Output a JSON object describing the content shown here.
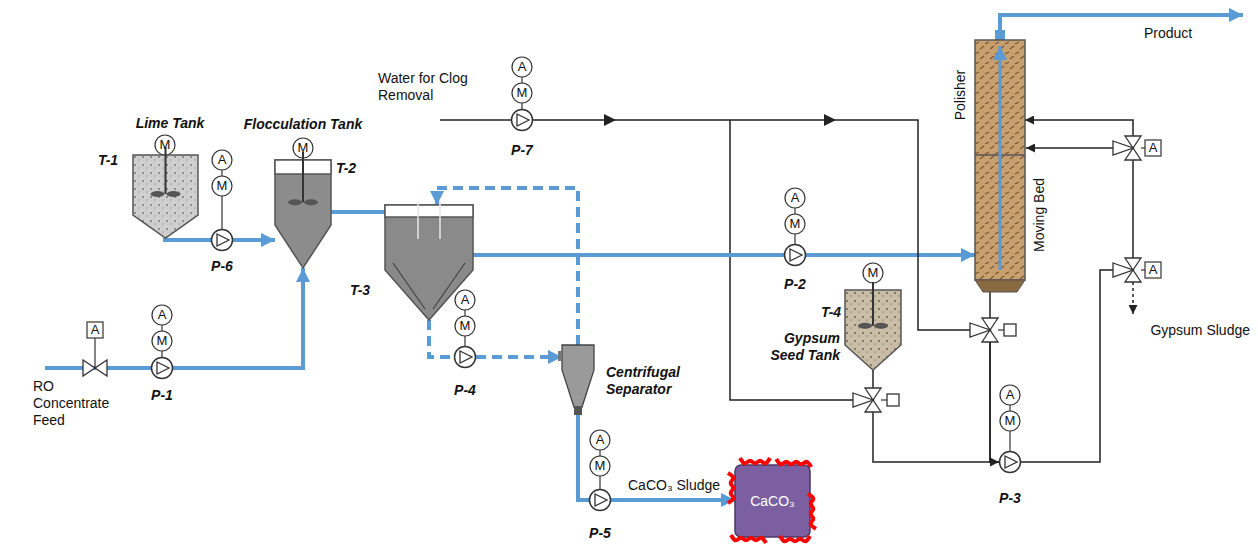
{
  "diagram": {
    "nodes": [
      {
        "text": [
          "Lime Tank",
          "T-1"
        ]
      },
      {
        "text": [
          "Flocculation Tank",
          "T-2"
        ]
      },
      {
        "text": [
          "P-7"
        ]
      },
      {
        "text": [
          "P-6"
        ]
      },
      {
        "text": [
          "T-3"
        ]
      },
      {
        "text": [
          "Polisher",
          "Moving Bed"
        ]
      },
      {
        "text": [
          "P-1"
        ]
      },
      {
        "text": [
          "P-4"
        ]
      },
      {
        "text": [
          "Centrifugal Separator"
        ]
      },
      {
        "text": [
          "P-2"
        ]
      },
      {
        "text": [
          "T-4",
          "Gypsum Seed Tank"
        ]
      },
      {
        "text": [
          "P-5"
        ]
      },
      {
        "text": [
          "CaCO₃"
        ]
      },
      {
        "text": [
          "P-3"
        ]
      }
    ],
    "edges": [
      {
        "from": 0,
        "to": 3,
        "arrow": "none"
      },
      {
        "from": 3,
        "to": 1,
        "arrow": "to"
      },
      {
        "from": 6,
        "to": 1,
        "arrow": "to"
      },
      {
        "from": 1,
        "to": 4,
        "arrow": "to"
      },
      {
        "from": 4,
        "to": 7,
        "arrow": "none"
      },
      {
        "from": 7,
        "to": 8,
        "arrow": "to"
      },
      {
        "from": 8,
        "to": 4,
        "arrow": "to"
      },
      {
        "from": 8,
        "to": 11,
        "arrow": "none"
      },
      {
        "from": 11,
        "to": 12,
        "arrow": "to"
      },
      {
        "from": 4,
        "to": 9,
        "arrow": "none"
      },
      {
        "from": 9,
        "to": 5,
        "arrow": "to"
      },
      {
        "from": 2,
        "to": 13,
        "arrow": "to"
      },
      {
        "from": 10,
        "to": 13,
        "arrow": "none"
      },
      {
        "from": 5,
        "to": 13,
        "arrow": "none"
      },
      {
        "from": 13,
        "to": 5,
        "arrow": "to"
      }
    ],
    "labels": [
      "Product",
      "Water for Clog Removal",
      "A",
      "M",
      "M",
      "M",
      "A",
      "M",
      "A",
      "A",
      "M",
      "A",
      "M",
      "A",
      "A",
      "M",
      "A",
      "M",
      "Gypsum Sludge",
      "A",
      "M",
      "A",
      "M",
      "CaCO₃ Sludge",
      "RO Concentrate Feed"
    ]
  }
}
